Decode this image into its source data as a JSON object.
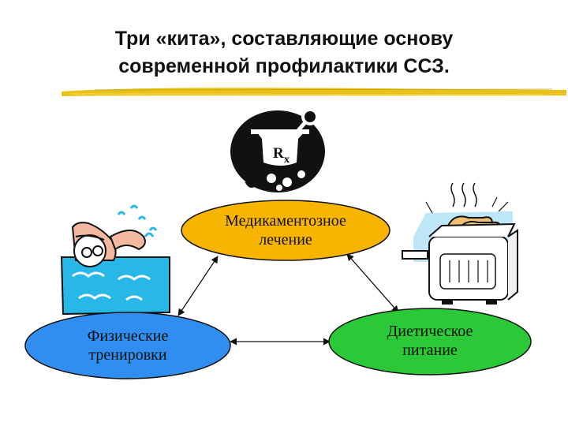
{
  "title": {
    "line1": "Три «кита», составляющие основу",
    "line2": "современной профилактики ССЗ."
  },
  "nodes": {
    "medication": {
      "line1": "Медикаментозное",
      "line2": "лечение",
      "color": "#f7b500"
    },
    "physical": {
      "line1": "Физические",
      "line2": "тренировки",
      "color": "#2f8ef0"
    },
    "diet": {
      "line1": "Диетическое",
      "line2": "питание",
      "color": "#2bc837"
    }
  },
  "icons": {
    "medication": "mortar-pestle-rx-icon",
    "physical": "swimmer-icon",
    "diet": "toaster-icon"
  },
  "colors": {
    "underline": "#e8c21a",
    "water": "#28b8e8",
    "ink": "#111111"
  }
}
